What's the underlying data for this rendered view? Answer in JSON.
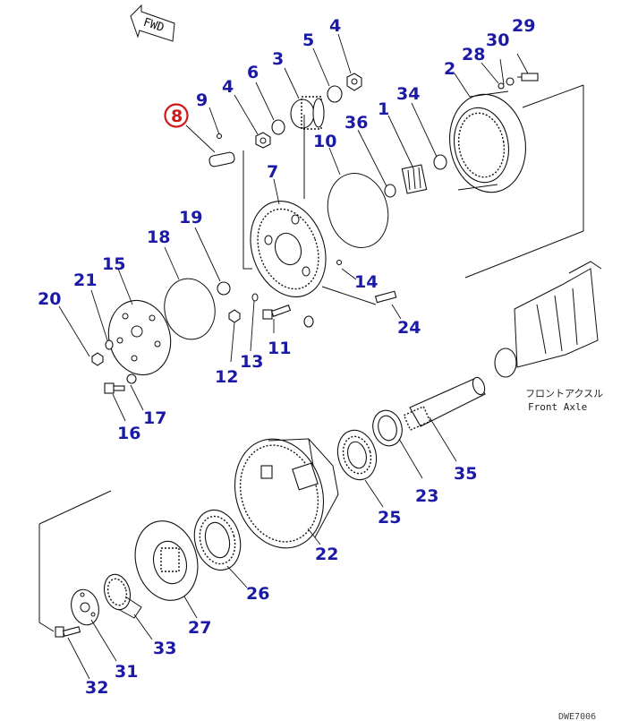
{
  "diagram": {
    "direction_label": "FWD",
    "highlighted_callout": "8",
    "note_jp": "フロントアクスル",
    "note_en": "Front Axle",
    "stamp": "DWE7006",
    "callouts": {
      "c1": "1",
      "c2": "2",
      "c3": "3",
      "c4a": "4",
      "c4b": "4",
      "c5": "5",
      "c6": "6",
      "c7": "7",
      "c8": "8",
      "c9": "9",
      "c10": "10",
      "c11": "11",
      "c12": "12",
      "c13": "13",
      "c14": "14",
      "c15": "15",
      "c16": "16",
      "c17": "17",
      "c18": "18",
      "c19": "19",
      "c20": "20",
      "c21": "21",
      "c22": "22",
      "c23": "23",
      "c24": "24",
      "c25": "25",
      "c26": "26",
      "c27": "27",
      "c28": "28",
      "c29": "29",
      "c30": "30",
      "c31": "31",
      "c32": "32",
      "c33": "33",
      "c34": "34",
      "c35": "35",
      "c36": "36"
    }
  }
}
